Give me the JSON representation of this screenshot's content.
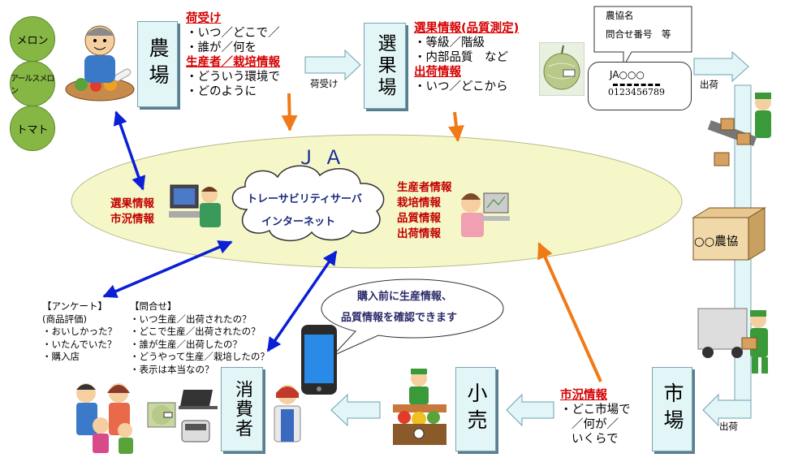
{
  "products": [
    "メロン",
    "アールスメロン",
    "トマト"
  ],
  "farm": {
    "box": "農場",
    "receiving_title": "荷受け",
    "receiving_items": [
      "・いつ／どこで／",
      "・誰が／何を"
    ],
    "producer_title": "生産者／栽培情報",
    "producer_items": [
      "・どういう環境で",
      "・どのように"
    ]
  },
  "sorting": {
    "box": "選果場",
    "arrow_label": "荷受け",
    "quality_title": "選果情報(品質測定)",
    "quality_items": [
      "・等級／階級",
      "・内部品質　など"
    ],
    "shipping_title": "出荷情報",
    "shipping_items": [
      "・いつ／どこから"
    ]
  },
  "label_callout": {
    "line1": "農協名",
    "line2": "問合せ番号　等"
  },
  "melon_label": {
    "name": "JA○○○",
    "number": "0123456789"
  },
  "ship_top": "出荷",
  "ja": {
    "title": "ＪＡ",
    "left_info": [
      "選果情報",
      "市況情報"
    ],
    "right_info": [
      "生産者情報",
      "栽培情報",
      "品質情報",
      "出荷情報"
    ],
    "cloud_line1": "トレーサビリティサーバ",
    "cloud_line2": "インターネット"
  },
  "box_label": "○○農協",
  "market": {
    "box": "市場",
    "ship_label": "出荷",
    "info_title": "市況情報",
    "info_items": [
      "・どこ市場で",
      "／何が／",
      "いくらで"
    ]
  },
  "retail": {
    "box": "小売"
  },
  "consumer": {
    "box": "消費者"
  },
  "phone_callout": {
    "line1": "購入前に生産情報、",
    "line2": "品質情報を確認できます"
  },
  "survey": {
    "title": "【アンケート】",
    "items": [
      "(商品評価)",
      "・おいしかった？",
      "・いたんでいた？",
      "・購入店"
    ]
  },
  "inquiry": {
    "title": "【問合せ】",
    "items": [
      "・いつ生産／出荷されたの？",
      "・どこで生産／出荷されたの？",
      "・誰が生産／出荷したの？",
      "・どうやって生産／栽培したの？",
      "・表示は本当なの？"
    ]
  },
  "colors": {
    "box_fill": "#e3f6f7",
    "ellipse_fill": "#f6f7c8",
    "blue_arrow": "#0a1fd6",
    "orange_arrow": "#f07a18",
    "red_text": "#d60000",
    "product_circle": "#86b644"
  }
}
